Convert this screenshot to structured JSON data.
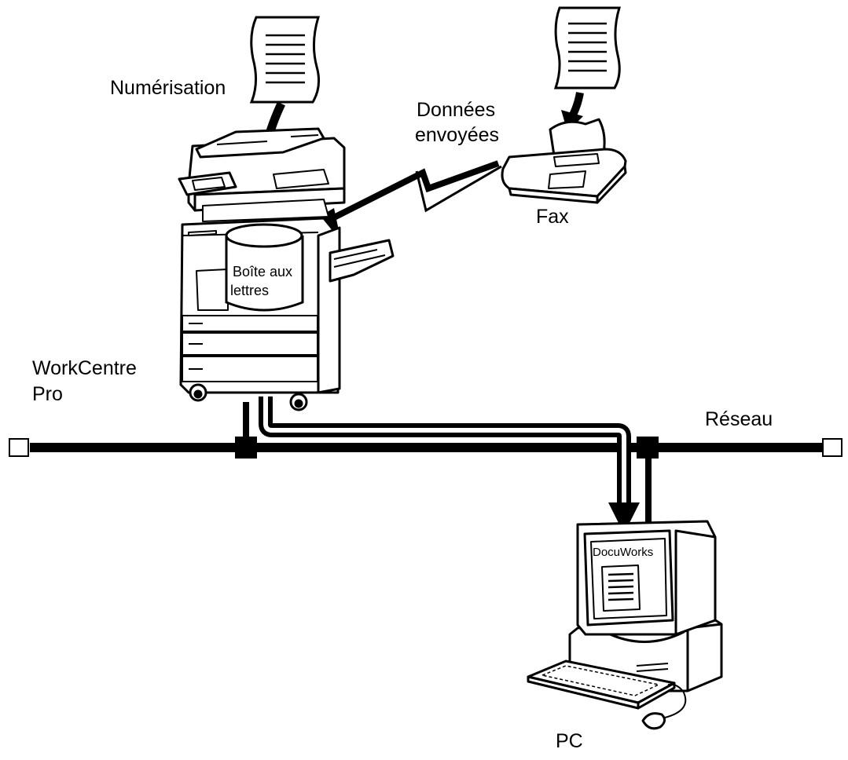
{
  "labels": {
    "scan": "Numérisation",
    "sent_data_line1": "Données",
    "sent_data_line2": "envoyées",
    "fax": "Fax",
    "mailbox_line1": "Boîte aux",
    "mailbox_line2": "lettres",
    "device_line1": "WorkCentre",
    "device_line2": "Pro",
    "network": "Réseau",
    "pc": "PC",
    "app": "DocuWorks"
  }
}
